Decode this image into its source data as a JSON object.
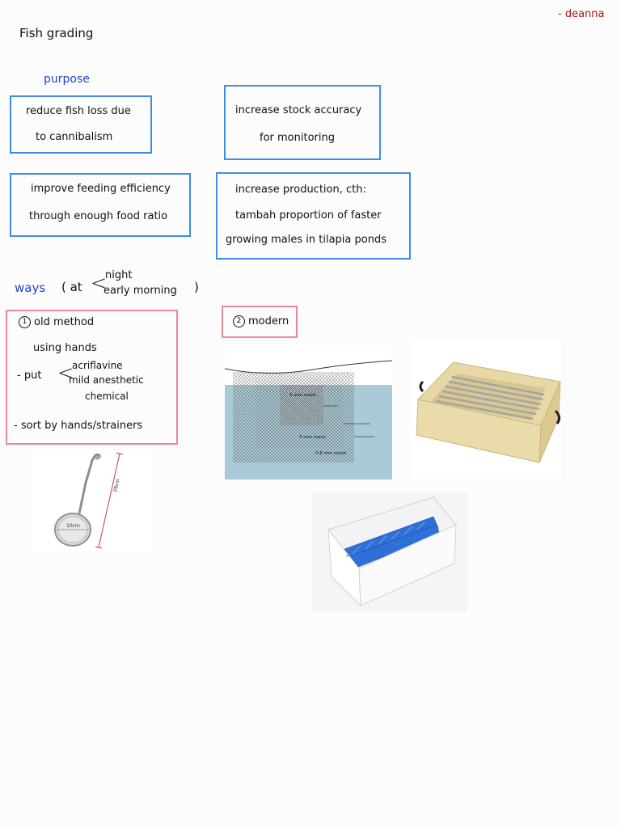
{
  "author": "- deanna",
  "title": "Fish grading",
  "purpose": {
    "heading": "purpose",
    "items": [
      {
        "lines": [
          "reduce fish loss due",
          "to cannibalism"
        ]
      },
      {
        "lines": [
          "increase stock accuracy",
          "for monitoring"
        ]
      },
      {
        "lines": [
          "improve feeding efficiency",
          "through enough food ratio"
        ]
      },
      {
        "lines": [
          "increase production, cth:",
          "tambah proportion of faster",
          "growing males in tilapia ponds"
        ]
      }
    ]
  },
  "ways": {
    "label": "ways",
    "open_paren": "( at",
    "options": [
      "night",
      "early morning"
    ],
    "close_paren": ")"
  },
  "old_method": {
    "number": "1",
    "title": "old method",
    "line1": "using hands",
    "put_label": "- put",
    "put_options": [
      "acriflavine",
      "mild anesthetic",
      "chemical"
    ],
    "line_sort": "- sort by hands/strainers"
  },
  "modern": {
    "number": "2",
    "title": "modern"
  },
  "figures": {
    "strainer": {
      "length_label": "28cm",
      "diameter_label": "10cm"
    },
    "net": {
      "inner_mesh": "5 mm mesh",
      "middle_mesh": "3 mm mesh",
      "outer_mesh": "0.6 mm mesh"
    }
  },
  "colors": {
    "blue_box": "#3f8de6",
    "pink_box": "#e98a96",
    "heading_blue": "#1f3fd6",
    "author_red": "#b31414"
  }
}
